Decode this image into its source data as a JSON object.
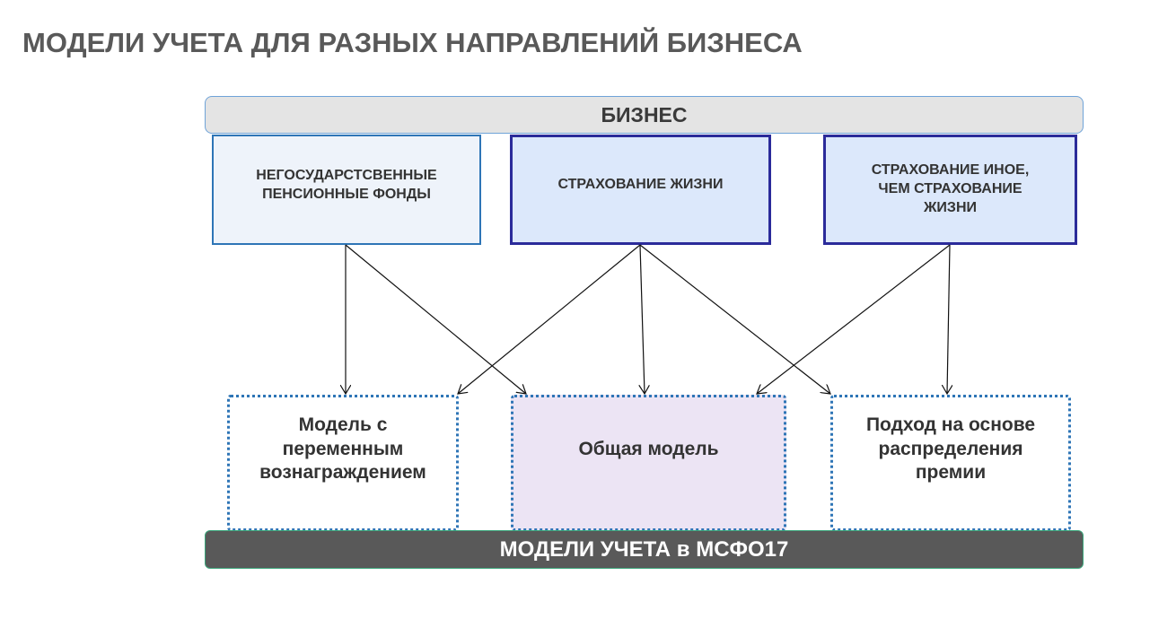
{
  "title": "МОДЕЛИ УЧЕТА ДЛЯ РАЗНЫХ НАПРАВЛЕНИЙ БИЗНЕСА",
  "business_bar": "БИЗНЕС",
  "business_lines": [
    {
      "line1": "НЕГОСУДАРСТСВЕННЫЕ",
      "line2": "ПЕНСИОННЫЕ ФОНДЫ"
    },
    {
      "line1": "СТРАХОВАНИЕ ЖИЗНИ"
    },
    {
      "line1": "СТРАХОВАНИЕ ИНОЕ,",
      "line2": "ЧЕМ СТРАХОВАНИЕ",
      "line3": "ЖИЗНИ"
    }
  ],
  "models": [
    {
      "line1": "Модель с",
      "line2": "переменным",
      "line3": "вознаграждением"
    },
    {
      "line1": "Общая модель"
    },
    {
      "line1": "Подход на основе",
      "line2": "распределения",
      "line3": "премии"
    }
  ],
  "models_bar": "МОДЕЛИ УЧЕТА в МСФО17"
}
